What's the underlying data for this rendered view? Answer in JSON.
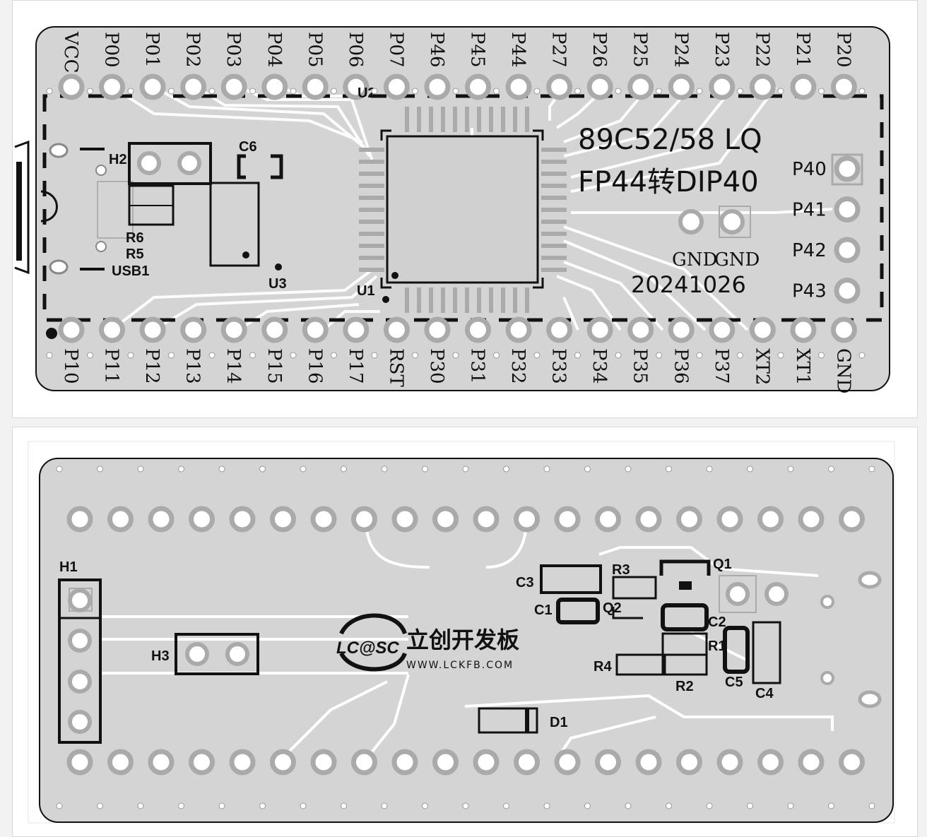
{
  "top_view": {
    "pins_top": [
      "VCC",
      "P00",
      "P01",
      "P02",
      "P03",
      "P04",
      "P05",
      "P06",
      "P07",
      "P46",
      "P45",
      "P44",
      "P27",
      "P26",
      "P25",
      "P24",
      "P23",
      "P22",
      "P21",
      "P20"
    ],
    "pins_bottom": [
      "P10",
      "P11",
      "P12",
      "P13",
      "P14",
      "P15",
      "P16",
      "P17",
      "RST",
      "P30",
      "P31",
      "P32",
      "P33",
      "P34",
      "P35",
      "P36",
      "P37",
      "XT2",
      "XT1",
      "GND"
    ],
    "pins_right": [
      "P40",
      "P41",
      "P42",
      "P43"
    ],
    "title_line1": "89C52/58 LQ",
    "title_line2": "FP44转DIP40",
    "date": "20241026",
    "gnd_labels": [
      "GND",
      "GND"
    ],
    "refs": {
      "h2": "H2",
      "c6": "C6",
      "r6": "R6",
      "r5": "R5",
      "usb1": "USB1",
      "u3": "U3",
      "u1": "U1",
      "u2": "U2"
    }
  },
  "bottom_view": {
    "brand_logo": "LC@SC",
    "brand_cn": "立创开发板",
    "brand_url": "WWW.LCKFB.COM",
    "refs": {
      "h1": "H1",
      "h3": "H3",
      "c3": "C3",
      "c1": "C1",
      "q2": "Q2",
      "r3": "R3",
      "q1": "Q1",
      "c2": "C2",
      "r1": "R1",
      "r4": "R4",
      "r2": "R2",
      "c5": "C5",
      "c4": "C4",
      "d1": "D1"
    }
  }
}
